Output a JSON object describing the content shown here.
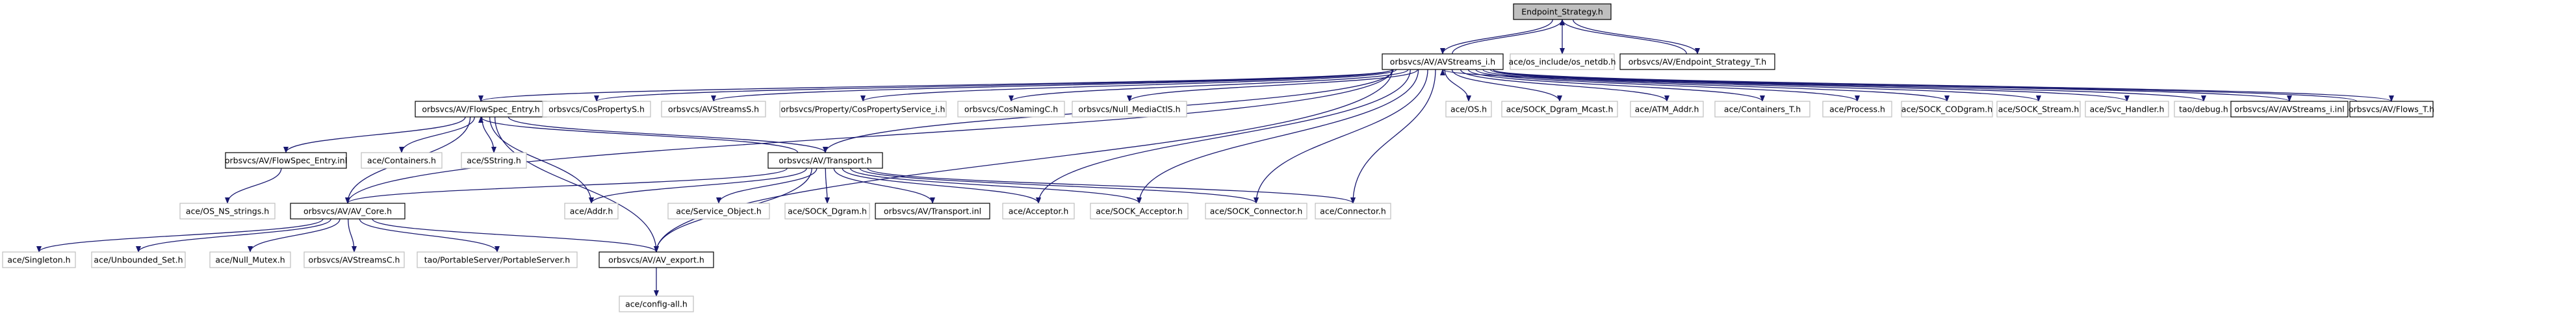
{
  "nodes": {
    "endpoint_strategy_h": "Endpoint_Strategy.h",
    "avstreams_i_h": "orbsvcs/AV/AVStreams_i.h",
    "os_netdb_h": "ace/os_include/os_netdb.h",
    "endpoint_strategy_t_h": "orbsvcs/AV/Endpoint_Strategy_T.h",
    "flowspec_entry_h": "orbsvcs/AV/FlowSpec_Entry.h",
    "cosproperty_s_h": "orbsvcs/CosPropertyS.h",
    "avstreams_s_h": "orbsvcs/AVStreamsS.h",
    "cospropertyservice_i_h": "orbsvcs/Property/CosPropertyService_i.h",
    "cosnaming_c_h": "orbsvcs/CosNamingC.h",
    "null_mediactl_s_h": "orbsvcs/Null_MediaCtlS.h",
    "os_h": "ace/OS.h",
    "sock_dgram_mcast_h": "ace/SOCK_Dgram_Mcast.h",
    "atm_addr_h": "ace/ATM_Addr.h",
    "containers_t_h": "ace/Containers_T.h",
    "process_h": "ace/Process.h",
    "sock_codgram_h": "ace/SOCK_CODgram.h",
    "sock_stream_h": "ace/SOCK_Stream.h",
    "svc_handler_h": "ace/Svc_Handler.h",
    "tao_debug_h": "tao/debug.h",
    "avstreams_i_inl": "orbsvcs/AV/AVStreams_i.inl",
    "flows_t_h": "orbsvcs/AV/Flows_T.h",
    "flowspec_entry_inl": "orbsvcs/AV/FlowSpec_Entry.inl",
    "containers_h": "ace/Containers.h",
    "sstring_h": "ace/SString.h",
    "transport_h": "orbsvcs/AV/Transport.h",
    "os_ns_strings_h": "ace/OS_NS_strings.h",
    "av_core_h": "orbsvcs/AV/AV_Core.h",
    "addr_h": "ace/Addr.h",
    "service_object_h": "ace/Service_Object.h",
    "sock_dgram_h": "ace/SOCK_Dgram.h",
    "transport_inl": "orbsvcs/AV/Transport.inl",
    "acceptor_h": "ace/Acceptor.h",
    "sock_acceptor_h": "ace/SOCK_Acceptor.h",
    "sock_connector_h": "ace/SOCK_Connector.h",
    "connector_h": "ace/Connector.h",
    "singleton_h": "ace/Singleton.h",
    "unbounded_set_h": "ace/Unbounded_Set.h",
    "null_mutex_h": "ace/Null_Mutex.h",
    "avstreams_c_h": "orbsvcs/AVStreamsC.h",
    "portableserver_h": "tao/PortableServer/PortableServer.h",
    "av_export_h": "orbsvcs/AV/AV_export.h",
    "config_all_h": "ace/config-all.h"
  },
  "colors": {
    "edge": "#191970",
    "root_fill": "#bfbfbf",
    "defined_border": "#000000",
    "external_border": "#bfbfbf"
  }
}
